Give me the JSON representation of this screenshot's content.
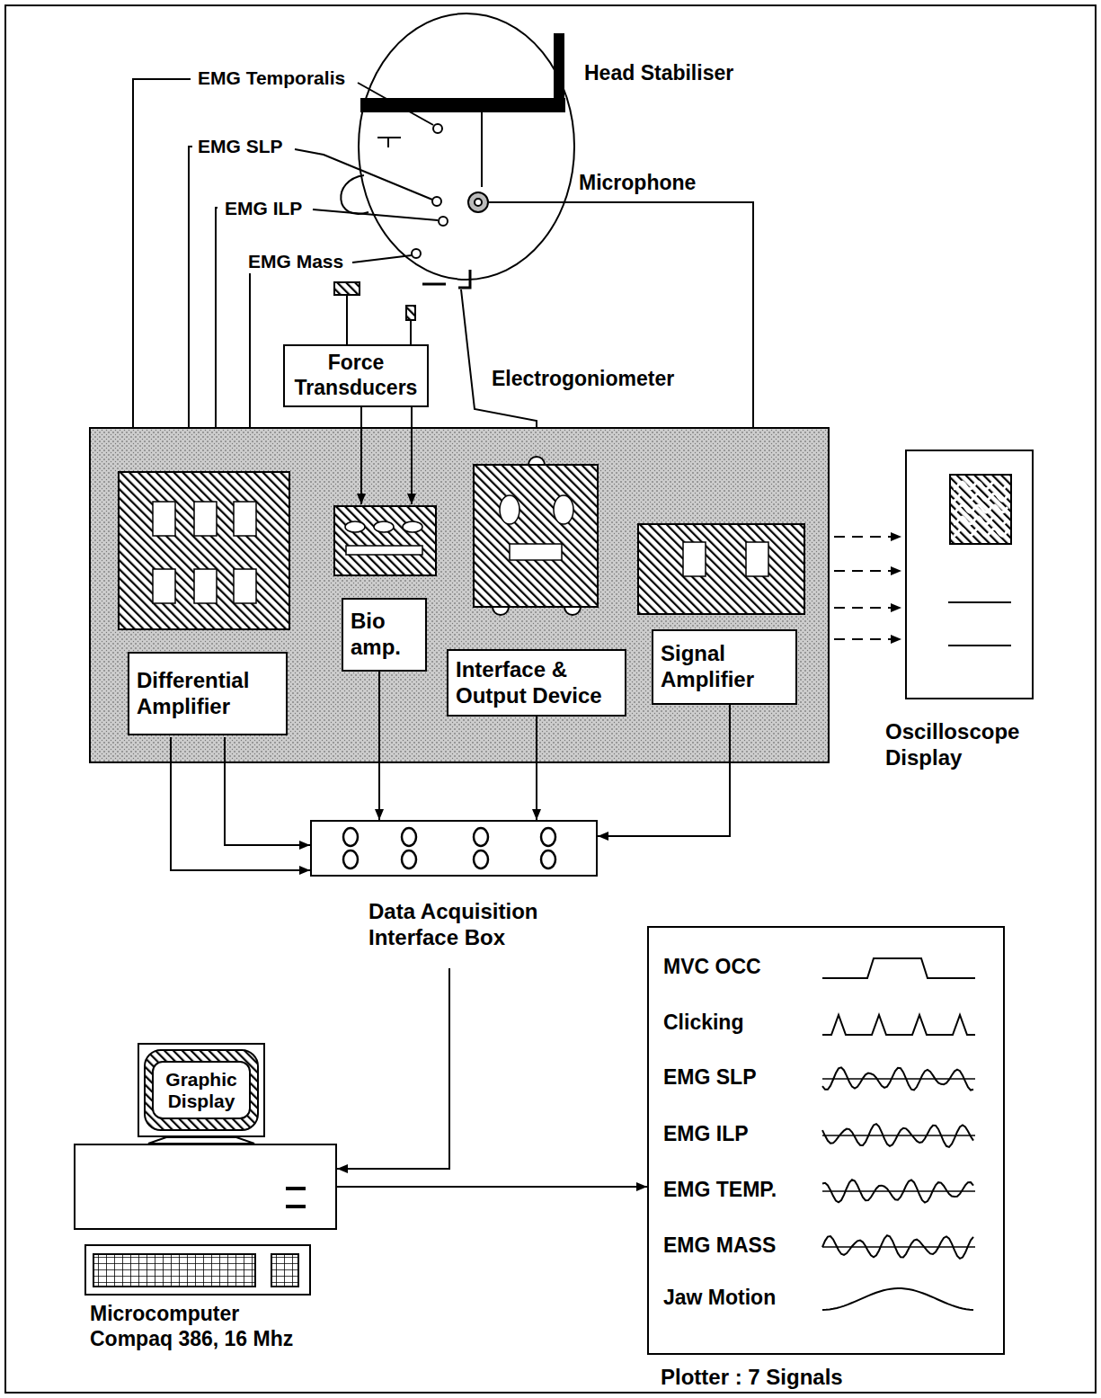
{
  "diagram": {
    "nodes": [
      {
        "text": [
          "Force Transducers"
        ]
      },
      {
        "text": [
          "Differential Amplifier"
        ]
      },
      {
        "text": [
          "Bio amp."
        ]
      },
      {
        "text": [
          "Interface & Output Device"
        ]
      },
      {
        "text": [
          "Signal Amplifier"
        ]
      },
      {
        "text": [
          "Oscilloscope Display"
        ]
      },
      {
        "text": [
          "Data Acquisition Interface Box"
        ]
      },
      {
        "text": [
          "Graphic Display"
        ]
      },
      {
        "text": [
          "Microcomputer Compaq 386, 16 Mhz"
        ]
      },
      {
        "text": [
          "Plotter : 7 Signals",
          "MVC OCC",
          "Clicking",
          "EMG SLP",
          "EMG ILP",
          "EMG TEMP.",
          "EMG MASS",
          "Jaw Motion"
        ]
      }
    ],
    "edges": [
      {
        "from": 0,
        "to": 2,
        "arrow": "to"
      },
      {
        "from": 0,
        "to": 2,
        "arrow": "to"
      },
      {
        "from": 1,
        "to": 6,
        "arrow": "to"
      },
      {
        "from": 1,
        "to": 6,
        "arrow": "to"
      },
      {
        "from": 2,
        "to": 6,
        "arrow": "to"
      },
      {
        "from": 3,
        "to": 6,
        "arrow": "to"
      },
      {
        "from": 4,
        "to": 6,
        "arrow": "to"
      },
      {
        "from": 6,
        "to": 8,
        "arrow": "to"
      },
      {
        "from": 8,
        "to": 9,
        "arrow": "to"
      }
    ],
    "labels": [
      "EMG Temporalis",
      "Head Stabiliser",
      "EMG SLP",
      "Microphone",
      "EMG ILP",
      "EMG Mass",
      "Electrogoniometer"
    ]
  }
}
